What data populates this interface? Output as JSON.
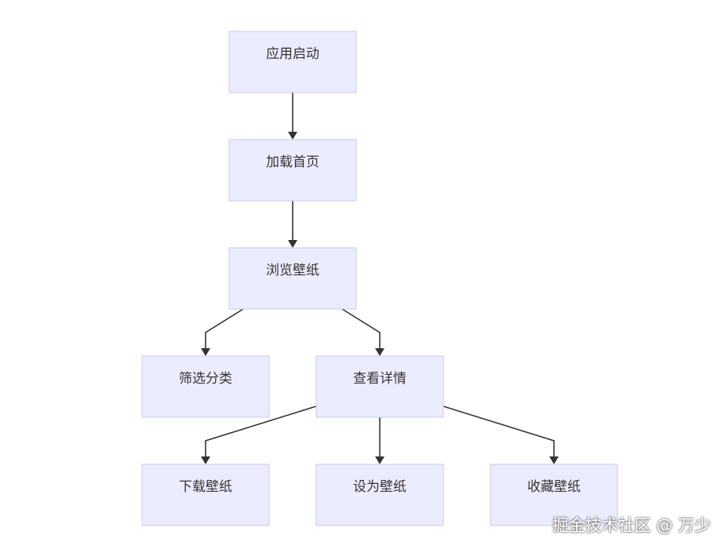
{
  "diagram": {
    "type": "flowchart",
    "nodes": [
      {
        "id": "start",
        "label": "应用启动"
      },
      {
        "id": "home",
        "label": "加载首页"
      },
      {
        "id": "browse",
        "label": "浏览壁纸"
      },
      {
        "id": "filter",
        "label": "筛选分类"
      },
      {
        "id": "detail",
        "label": "查看详情"
      },
      {
        "id": "download",
        "label": "下载壁纸"
      },
      {
        "id": "setwall",
        "label": "设为壁纸"
      },
      {
        "id": "favorite",
        "label": "收藏壁纸"
      }
    ],
    "edges": [
      {
        "from": "start",
        "to": "home"
      },
      {
        "from": "home",
        "to": "browse"
      },
      {
        "from": "browse",
        "to": "filter"
      },
      {
        "from": "browse",
        "to": "detail"
      },
      {
        "from": "detail",
        "to": "download"
      },
      {
        "from": "detail",
        "to": "setwall"
      },
      {
        "from": "detail",
        "to": "favorite"
      }
    ],
    "colors": {
      "node_fill": "#ececff",
      "node_stroke": "#c9c9f0",
      "edge": "#333333",
      "text": "#333333"
    }
  },
  "watermark": "掘金技术社区 @ 万少"
}
